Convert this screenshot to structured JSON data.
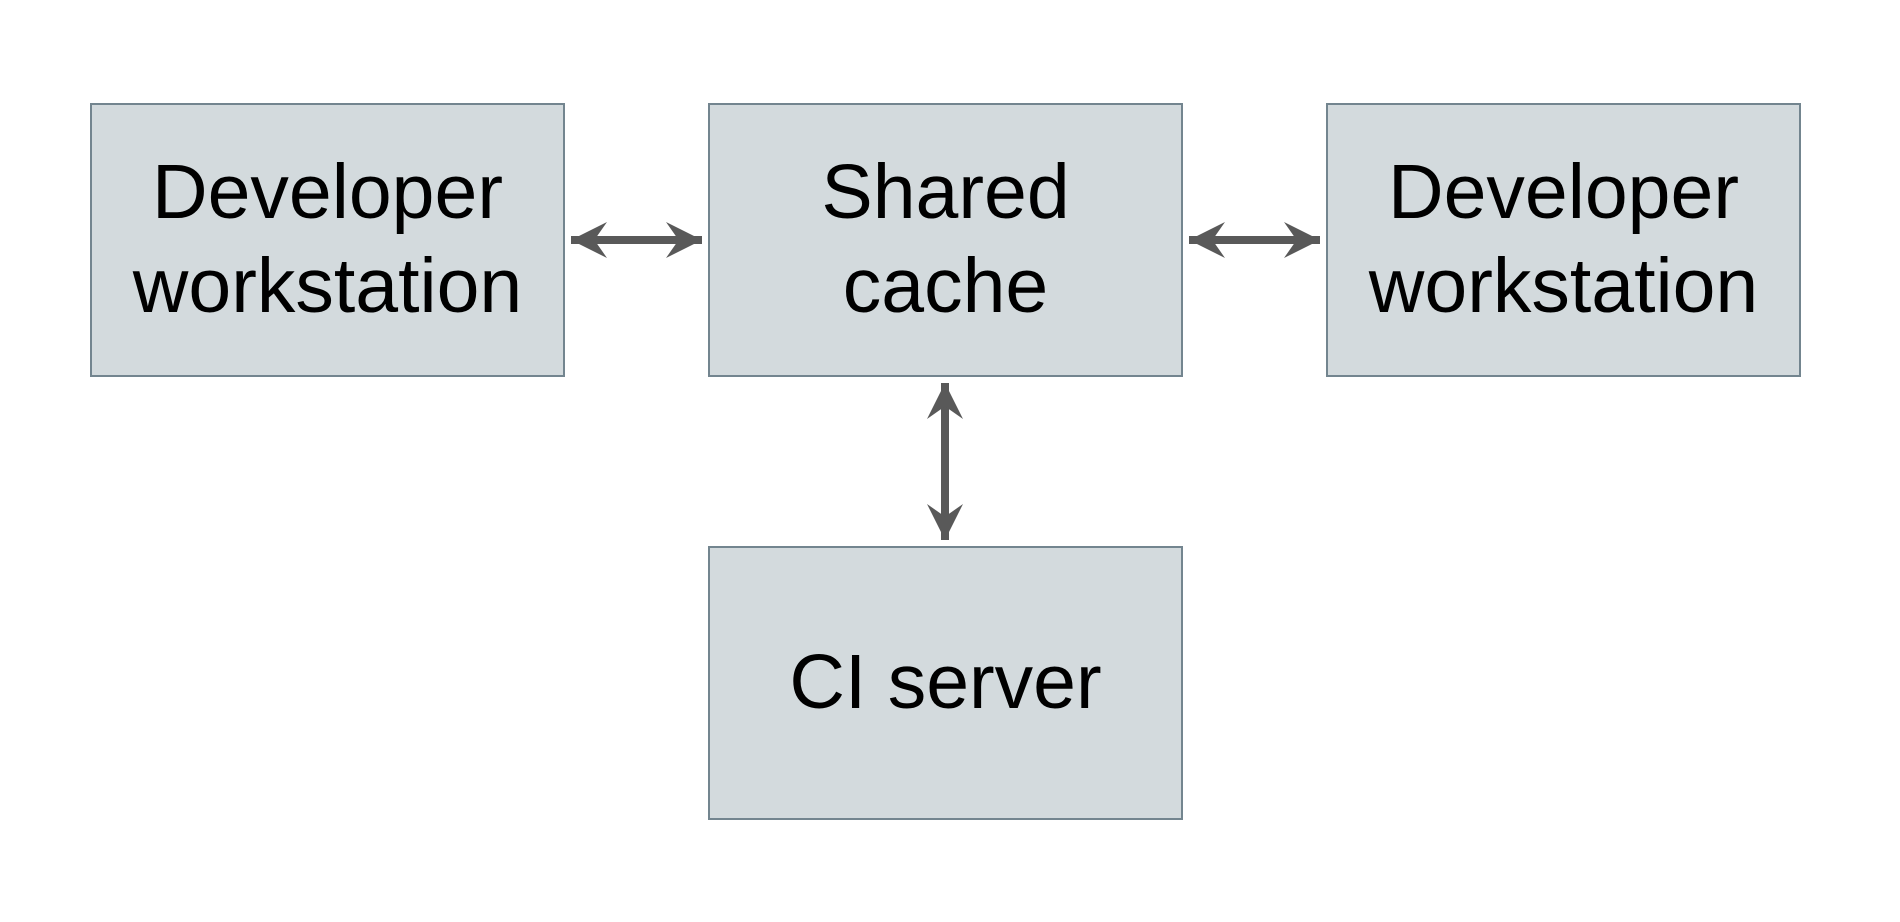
{
  "diagram": {
    "type": "architecture-diagram",
    "colors": {
      "background": "#ffffff",
      "node_fill": "#d3dadd",
      "node_border": "#73858f",
      "arrow": "#595959",
      "text": "#000000"
    },
    "nodes": {
      "developer_left": {
        "label": "Developer\nworkstation"
      },
      "shared_cache": {
        "label": "Shared\ncache"
      },
      "developer_right": {
        "label": "Developer\nworkstation"
      },
      "ci_server": {
        "label": "CI server"
      }
    },
    "edges": [
      {
        "from": "developer_left",
        "to": "shared_cache",
        "direction": "bidirectional",
        "orientation": "horizontal"
      },
      {
        "from": "shared_cache",
        "to": "developer_right",
        "direction": "bidirectional",
        "orientation": "horizontal"
      },
      {
        "from": "shared_cache",
        "to": "ci_server",
        "direction": "bidirectional",
        "orientation": "vertical"
      }
    ]
  }
}
